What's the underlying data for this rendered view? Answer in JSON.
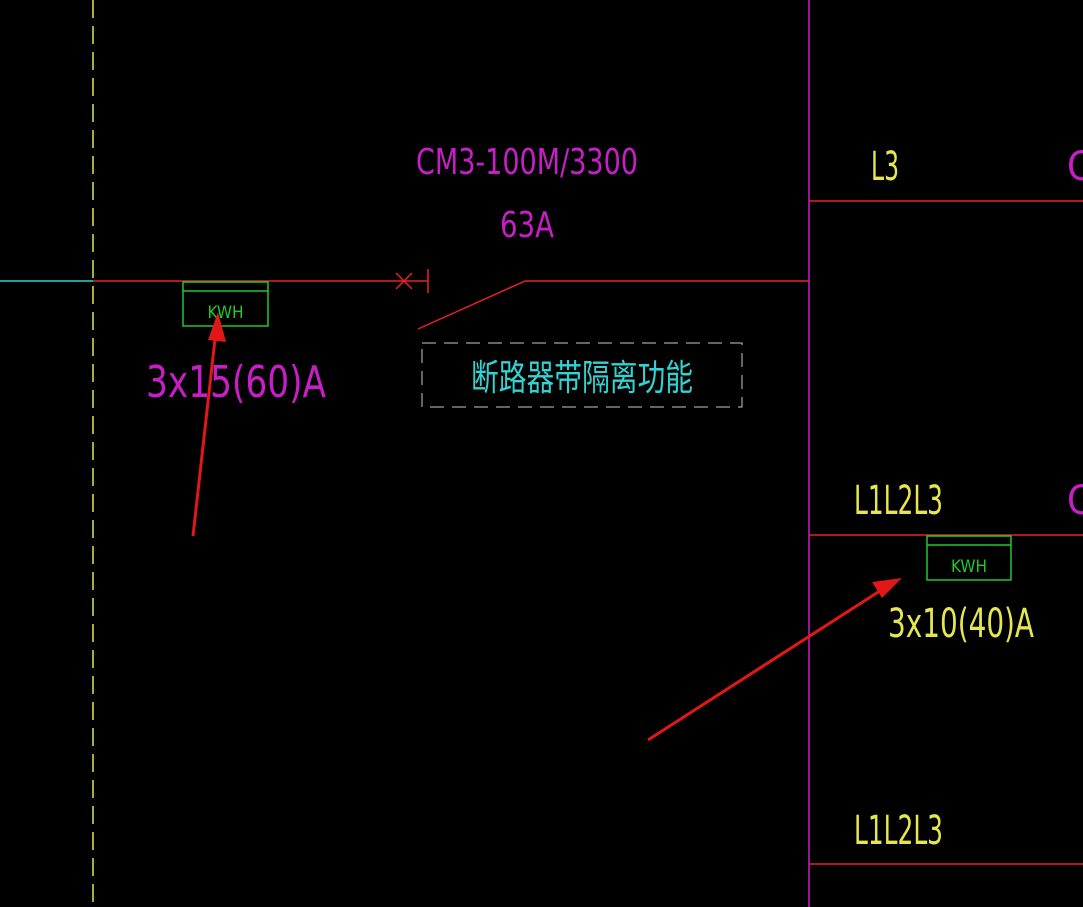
{
  "colors": {
    "background": "#000000",
    "red": "#e8202a",
    "magenta": "#c81ec8",
    "cyan": "#32d2d2",
    "green": "#22c82a",
    "yellow": "#e6e650",
    "arrow": "#e01818"
  },
  "breaker": {
    "model": "CM3-100M/3300",
    "rating": "63A",
    "note": "断路器带隔离功能"
  },
  "meter_main": {
    "label": "KWH",
    "rating": "3x15(60)A"
  },
  "meter_branch": {
    "label": "KWH",
    "rating": "3x10(40)A"
  },
  "phases": {
    "top": "L3",
    "middle": "L1L2L3",
    "bottom": "L1L2L3",
    "right_partial_top": "C",
    "right_partial_middle": "C"
  }
}
